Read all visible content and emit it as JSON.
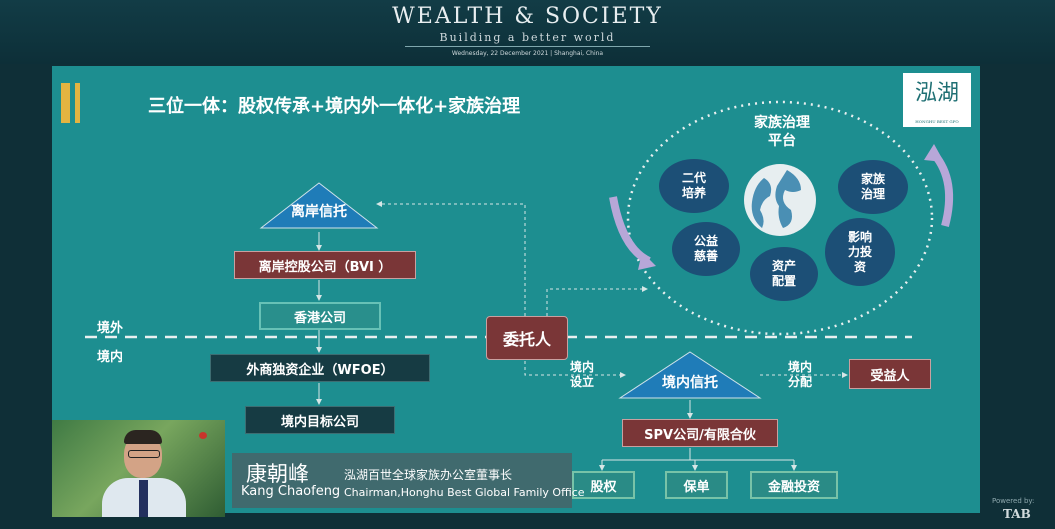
{
  "header": {
    "brand_title": "WEALTH & SOCIETY",
    "brand_subtitle": "Building a better world",
    "brand_date": "Wednesday, 22 December 2021 | Shanghai, China"
  },
  "slide": {
    "title": "三位一体：股权传承+境内外一体化+家族治理",
    "logo_text": "泓湖",
    "logo_caption": "HONGHU BEST GFO",
    "offshore_trust": "离岸信托",
    "bvi_company": "离岸控股公司（BVI ）",
    "hk_company": "香港公司",
    "offshore_label": "境外",
    "onshore_label": "境内",
    "wfoe": "外商独资企业（WFOE）",
    "domestic_target": "境内目标公司",
    "settlor": "委托人",
    "domestic_setup": [
      "境内",
      "设立"
    ],
    "domestic_trust": "境内信托",
    "domestic_distribution": [
      "境内",
      "分配"
    ],
    "beneficiary": "受益人",
    "spv": "SPV公司/有限合伙",
    "assets": [
      "股权",
      "保单",
      "金融投资"
    ],
    "platform_title": [
      "家族治理",
      "平台"
    ],
    "platform_items": [
      [
        "二代",
        "培养"
      ],
      [
        "家族",
        "治理"
      ],
      [
        "公益",
        "慈善"
      ],
      [
        "影响",
        "力投",
        "资"
      ],
      [
        "资产",
        "配置"
      ]
    ],
    "colors": {
      "slide_bg": "#1d8e90",
      "dark_box": "#163b43",
      "maroon_box": "#7a3637",
      "triangle": "#1f7cb8",
      "circle": "#1c4f76",
      "accent": "#e3b441"
    }
  },
  "speaker": {
    "name_cn": "康朝峰",
    "name_en": "Kang Chaofeng",
    "title_cn": "泓湖百世全球家族办公室董事长",
    "title_en": "Chairman,Honghu Best Global Family Office"
  },
  "footer": {
    "powered_by": "Powered by:",
    "provider": "TAB"
  }
}
